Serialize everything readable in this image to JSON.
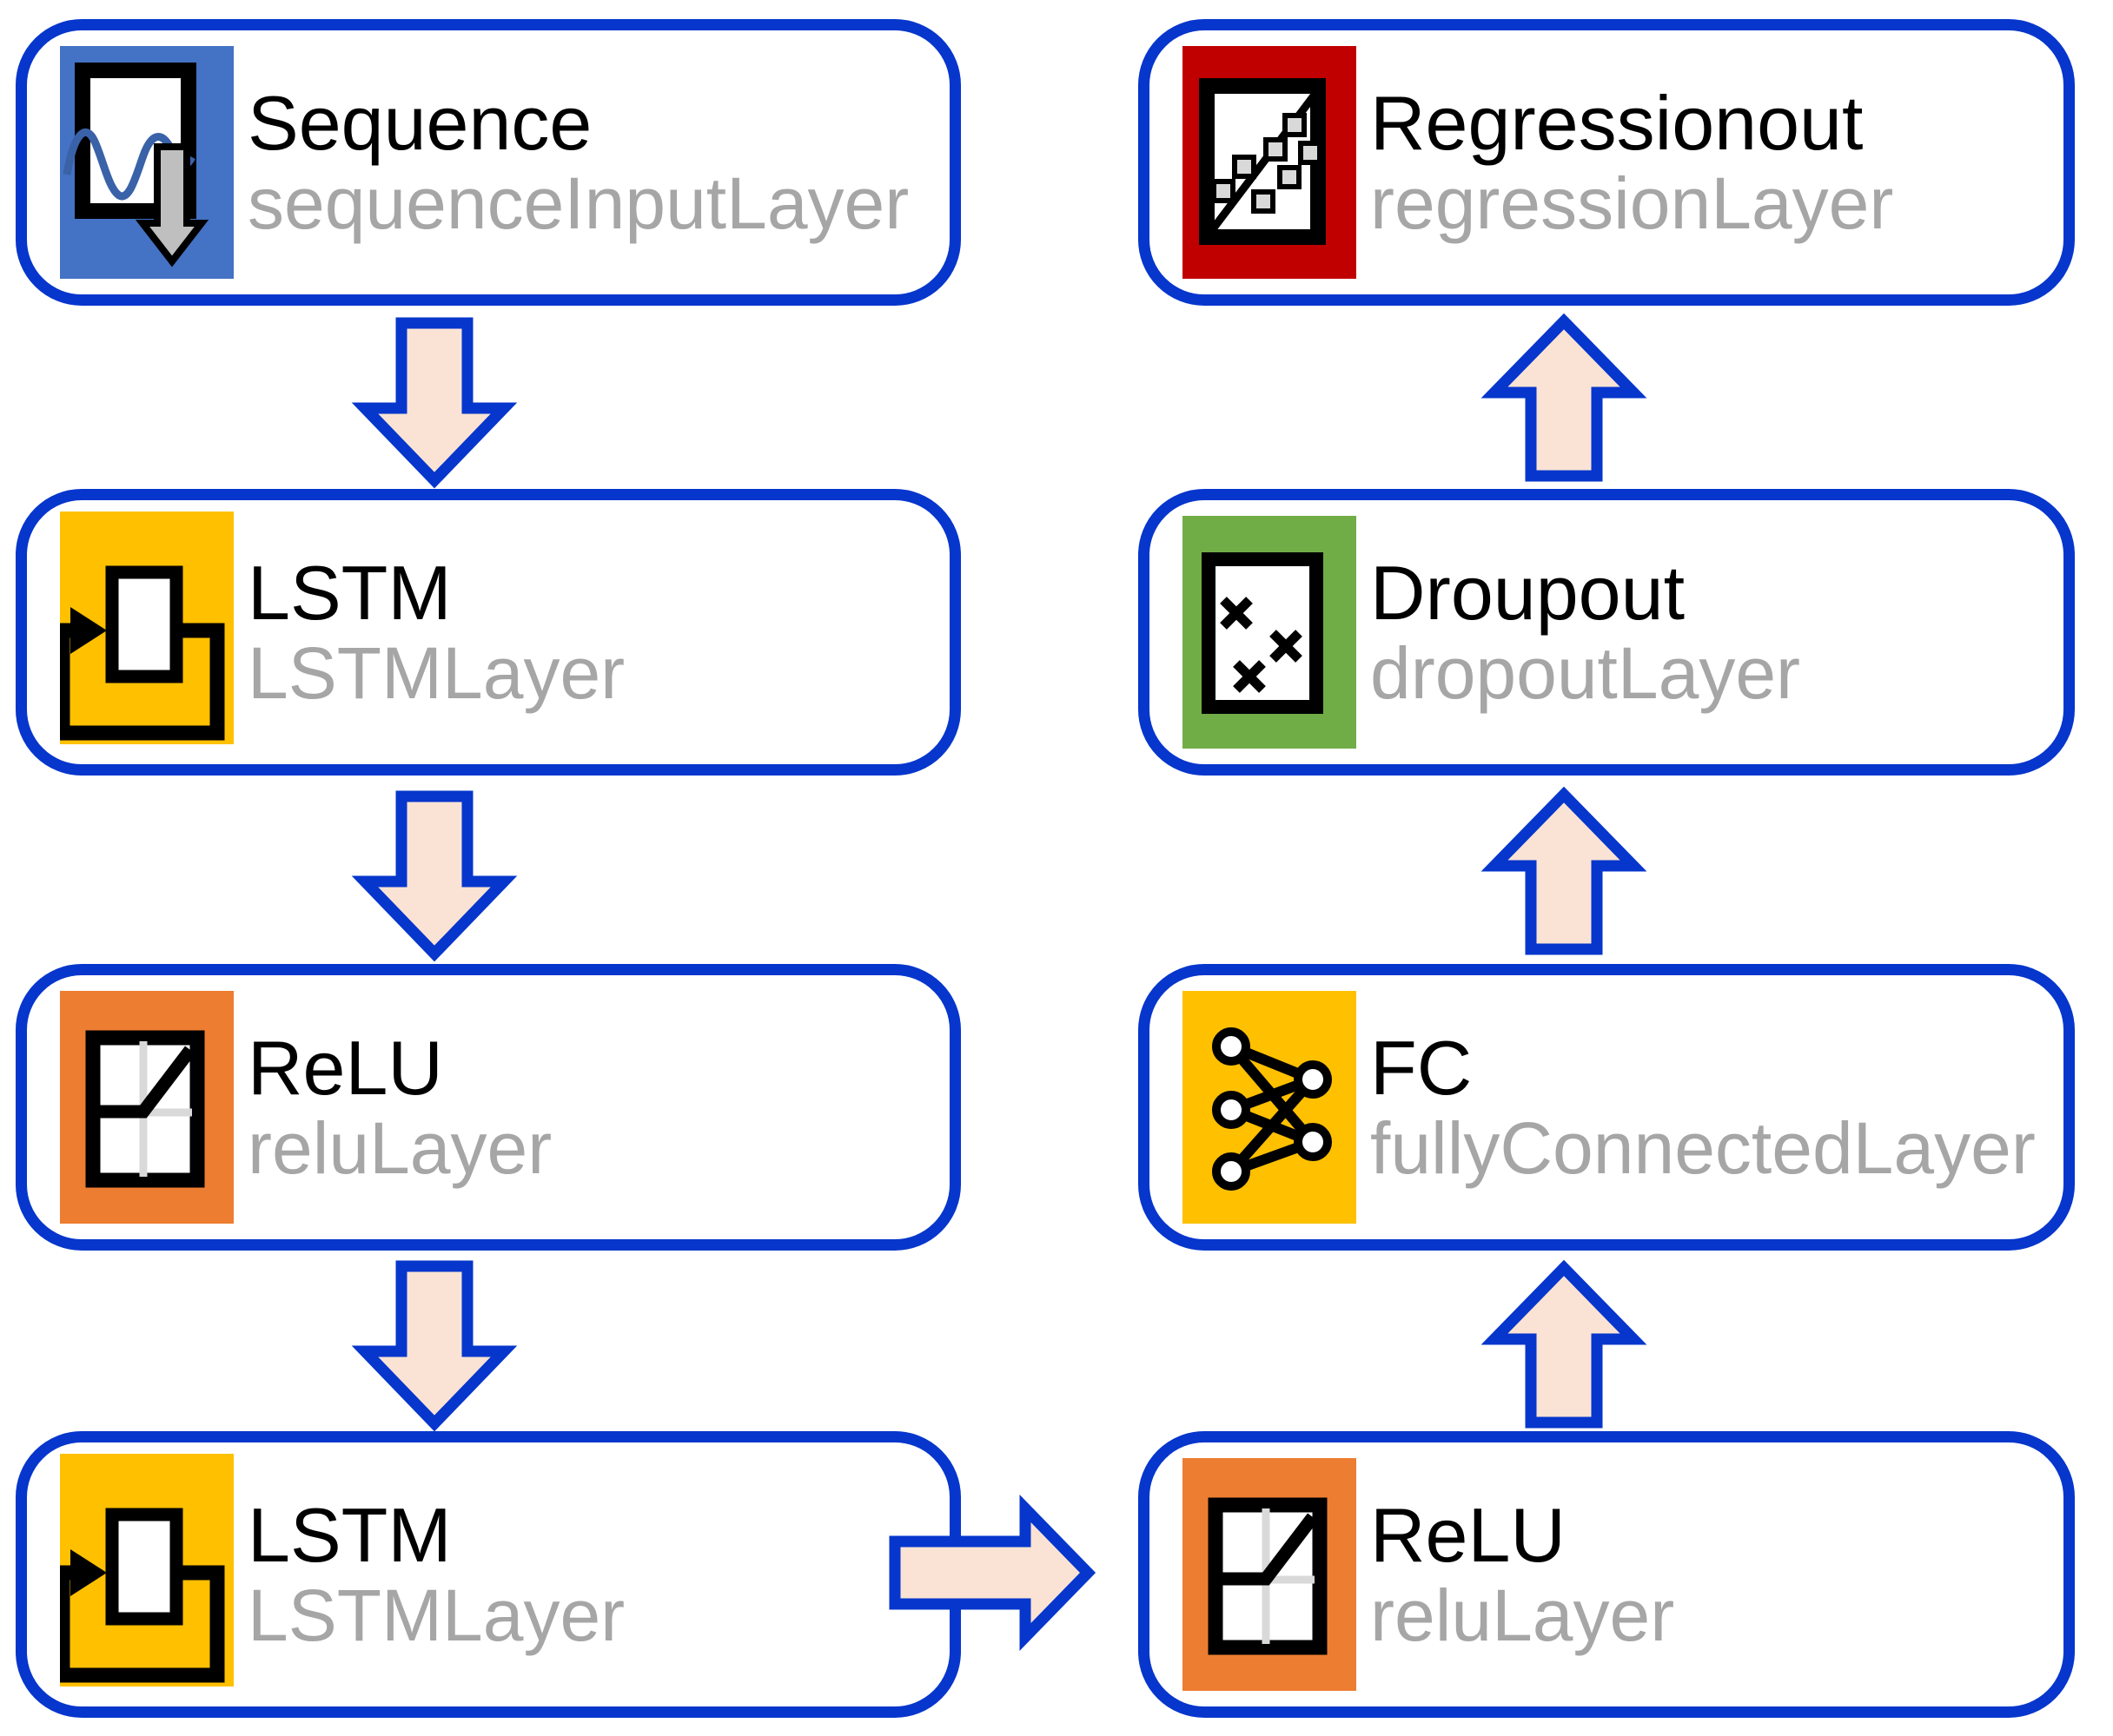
{
  "diagram": {
    "title_implicit": "LSTM regression network layer graph",
    "layers": [
      {
        "title": "Sequence",
        "subtitle": "sequenceInputLayer",
        "icon": "sequence-input-icon",
        "icon_color": "#4472C4"
      },
      {
        "title": "LSTM",
        "subtitle": "LSTMLayer",
        "icon": "lstm-icon",
        "icon_color": "#FFC000"
      },
      {
        "title": "ReLU",
        "subtitle": "reluLayer",
        "icon": "relu-icon",
        "icon_color": "#ED7D31"
      },
      {
        "title": "LSTM",
        "subtitle": "LSTMLayer",
        "icon": "lstm-icon",
        "icon_color": "#FFC000"
      },
      {
        "title": "ReLU",
        "subtitle": "reluLayer",
        "icon": "relu-icon",
        "icon_color": "#ED7D31"
      },
      {
        "title": "FC",
        "subtitle": "fullyConnectedLayer",
        "icon": "fully-connected-icon",
        "icon_color": "#FFC000"
      },
      {
        "title": "Droupout",
        "subtitle": "dropoutLayer",
        "icon": "dropout-icon",
        "icon_color": "#70AD47"
      },
      {
        "title": "Regressionout",
        "subtitle": "regressionLayer",
        "icon": "regression-icon",
        "icon_color": "#C00000"
      }
    ],
    "edges": [
      {
        "from": "Sequence",
        "to": "LSTM",
        "direction": "down"
      },
      {
        "from": "LSTM",
        "to": "ReLU",
        "direction": "down"
      },
      {
        "from": "ReLU",
        "to": "LSTM",
        "direction": "down"
      },
      {
        "from": "LSTM",
        "to": "ReLU",
        "direction": "right"
      },
      {
        "from": "ReLU",
        "to": "FC",
        "direction": "up"
      },
      {
        "from": "FC",
        "to": "Droupout",
        "direction": "up"
      },
      {
        "from": "Droupout",
        "to": "Regressionout",
        "direction": "up"
      }
    ],
    "colors": {
      "box_border": "#0636CC",
      "box_fill": "#FFFFFF",
      "arrow_fill": "#FAE3D4",
      "arrow_border": "#0636CC",
      "title_text": "#000000",
      "subtitle_text": "#A6A6A6",
      "sequence_icon_bg": "#4472C4",
      "lstm_icon_bg": "#FFC000",
      "relu_icon_bg": "#ED7D31",
      "fc_icon_bg": "#FFC000",
      "dropout_icon_bg": "#70AD47",
      "regression_icon_bg": "#C00000",
      "scatter_point_fill": "#D9D9D9",
      "sine_wave": "#3A62A8",
      "input_arrow_fill": "#BFBFBF"
    }
  }
}
